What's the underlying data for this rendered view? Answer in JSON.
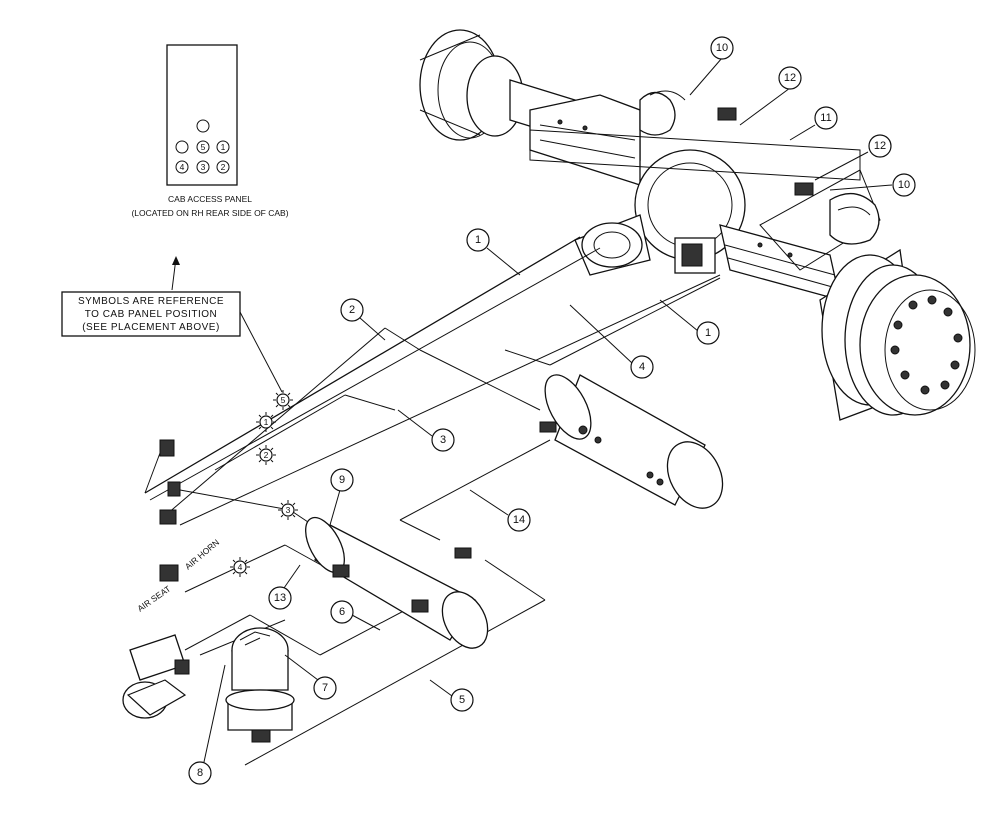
{
  "panel": {
    "title": "CAB ACCESS PANEL",
    "subtitle": "(LOCATED ON RH REAR SIDE OF CAB)",
    "positions_row1": [
      "",
      "5",
      "1"
    ],
    "positions_row2": [
      "4",
      "3",
      "2"
    ]
  },
  "note": {
    "line1": "SYMBOLS ARE REFERENCE",
    "line2": "TO CAB PANEL POSITION",
    "line3": "(SEE PLACEMENT ABOVE)"
  },
  "labels": {
    "air_horn": "AIR HORN",
    "air_seat": "AIR SEAT"
  },
  "callouts": {
    "c1a": "1",
    "c1b": "1",
    "c2": "2",
    "c3": "3",
    "c4": "4",
    "c5": "5",
    "c6": "6",
    "c7": "7",
    "c8": "8",
    "c9": "9",
    "c10a": "10",
    "c10b": "10",
    "c11": "11",
    "c12a": "12",
    "c12b": "12",
    "c13": "13",
    "c14": "14"
  },
  "star_symbols": {
    "s5": "5",
    "s1": "1",
    "s2": "2",
    "s3": "3",
    "s4": "4"
  }
}
